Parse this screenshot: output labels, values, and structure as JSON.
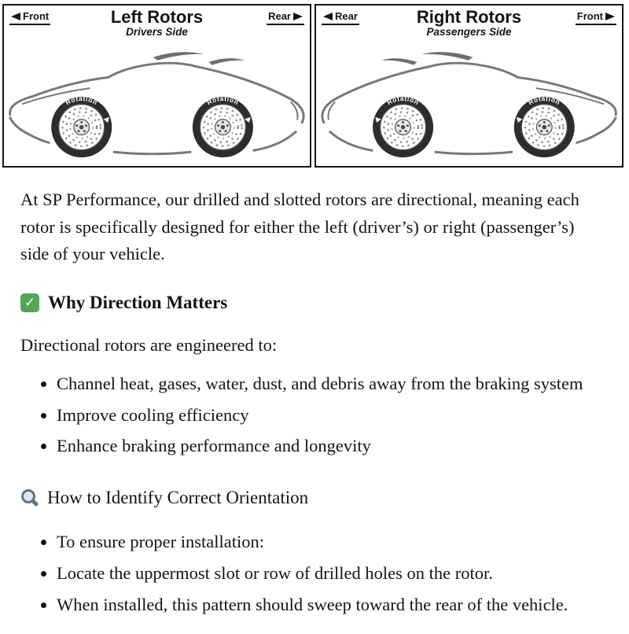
{
  "diagram": {
    "panels": [
      {
        "title": "Left Rotors",
        "subtitle": "Drivers Side",
        "left_label": "Front",
        "right_label": "Rear",
        "rotation_label": "Rotation"
      },
      {
        "title": "Right Rotors",
        "subtitle": "Passengers Side",
        "left_label": "Rear",
        "right_label": "Front",
        "rotation_label": "Rotation"
      }
    ]
  },
  "article": {
    "intro": "At SP Performance, our drilled and slotted rotors are directional, meaning each rotor is specifically designed for either the left (driver’s) or right (passenger’s) side of your vehicle.",
    "icons": {
      "check_glyph": "✓",
      "check_green": "#53a653"
    },
    "sections": [
      {
        "heading": "Why Direction Matters",
        "lead": "Directional rotors are engineered to:",
        "bullets": [
          "Channel heat, gases, water, dust, and debris away from the braking system",
          "Improve cooling efficiency",
          "Enhance braking performance and longevity"
        ]
      },
      {
        "heading": "How to Identify Correct Orientation",
        "bullets": [
          "To ensure proper installation:",
          "Locate the uppermost slot or row of drilled holes on the rotor.",
          "When installed, this pattern should sweep toward the rear of the vehicle."
        ]
      }
    ]
  }
}
